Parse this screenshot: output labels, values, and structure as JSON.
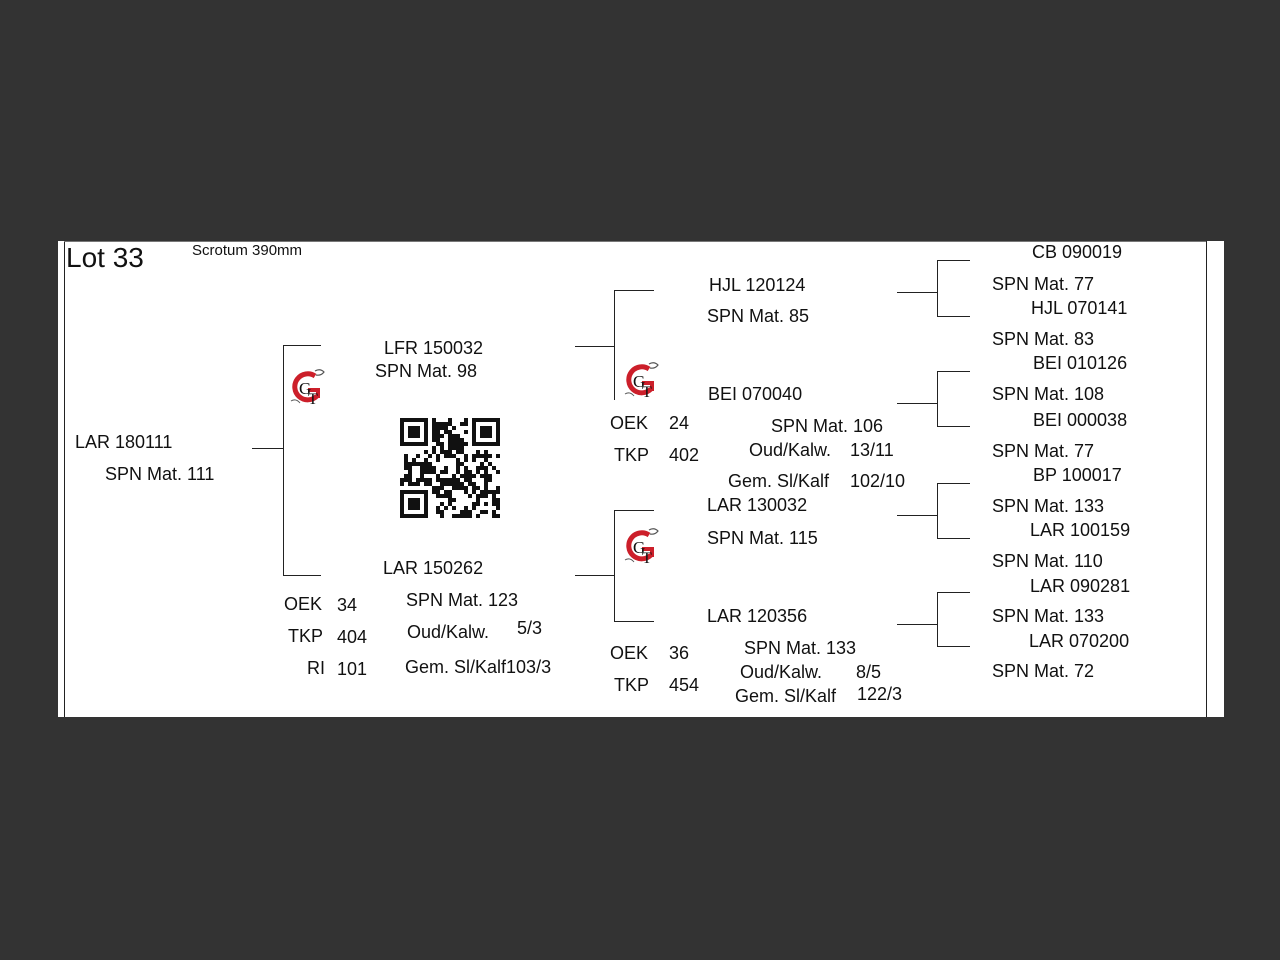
{
  "lot": "Lot 33",
  "scrotum": "Scrotum 390mm",
  "subject": {
    "id": "LAR 180111",
    "mat": "SPN Mat. 111"
  },
  "sire": {
    "id": "LFR 150032",
    "mat": "SPN Mat. 98"
  },
  "dam": {
    "id": "LAR 150262",
    "mat": "SPN Mat. 123",
    "oud_label": "Oud/Kalw.",
    "oud_value": "5/3",
    "gem": "Gem. Sl/Kalf103/3",
    "stats": [
      {
        "label": "OEK",
        "value": "34"
      },
      {
        "label": "TKP",
        "value": "404"
      },
      {
        "label": "RI",
        "value": "101"
      }
    ]
  },
  "sire_side": {
    "oek_label": "OEK",
    "oek_value": "24",
    "tkp_label": "TKP",
    "tkp_value": "402",
    "ss": {
      "id": "HJL 120124",
      "mat": "SPN Mat. 85"
    },
    "sd": {
      "id": "BEI 070040",
      "mat": "SPN Mat. 106",
      "oud_label": "Oud/Kalw.",
      "oud_value": "13/11",
      "gem_label": "Gem. Sl/Kalf",
      "gem_value": "102/10"
    }
  },
  "dam_side": {
    "oek_label": "OEK",
    "oek_value": "36",
    "tkp_label": "TKP",
    "tkp_value": "454",
    "ds": {
      "id": "LAR 130032",
      "mat": "SPN Mat. 115"
    },
    "dd": {
      "id": "LAR 120356",
      "mat": "SPN Mat. 133",
      "oud_label": "Oud/Kalw.",
      "oud_value": "8/5",
      "gem_label": "Gem. Sl/Kalf",
      "gem_value": "122/3"
    }
  },
  "gen3": [
    {
      "id": "CB  090019",
      "mat": "SPN Mat. 77"
    },
    {
      "id": "HJL 070141",
      "mat": "SPN Mat. 83"
    },
    {
      "id": "BEI 010126",
      "mat": "SPN Mat. 108"
    },
    {
      "id": "BEI 000038",
      "mat": "SPN Mat. 77"
    },
    {
      "id": "BP  100017",
      "mat": "SPN Mat. 133"
    },
    {
      "id": "LAR 100159",
      "mat": "SPN Mat. 110"
    },
    {
      "id": "LAR 090281",
      "mat": "SPN Mat. 133"
    },
    {
      "id": "LAR 070200",
      "mat": "SPN Mat. 72"
    }
  ],
  "colors": {
    "background": "#333333",
    "card": "#ffffff",
    "logo_red": "#cc1f2a",
    "ink": "#111111"
  },
  "icons": {
    "breeder_logo": "gt-logo-icon",
    "qr": "qr-code-icon"
  }
}
